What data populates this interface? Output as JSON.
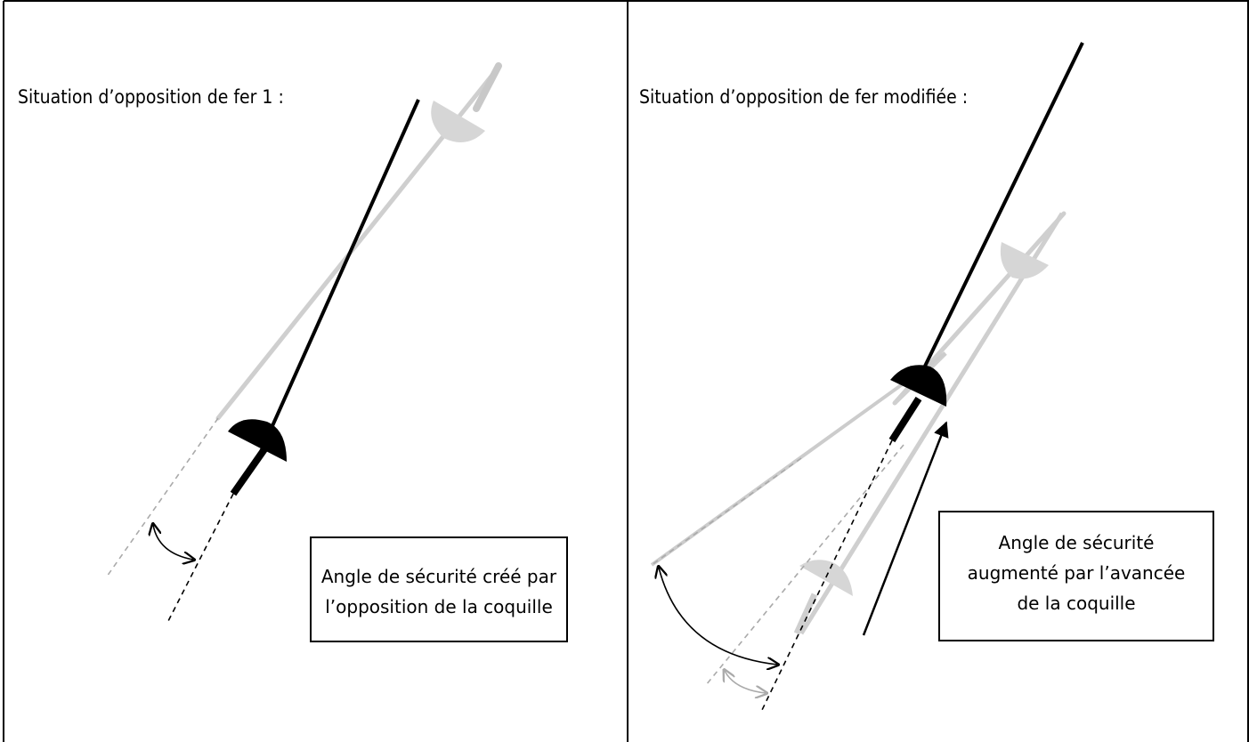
{
  "left_panel": {
    "title": "Situation d’opposition de fer 1 :",
    "caption_lines": [
      "Angle de sécurité créé par",
      "l’opposition de la coquille"
    ]
  },
  "right_panel": {
    "title": "Situation d’opposition de fer modifiée :",
    "caption_lines": [
      "Angle de sécurité",
      "augmenté par l’avancée",
      "de la coquille"
    ]
  },
  "colors": {
    "blade": "#000000",
    "ghost": "#cccccc",
    "border": "#000000"
  }
}
